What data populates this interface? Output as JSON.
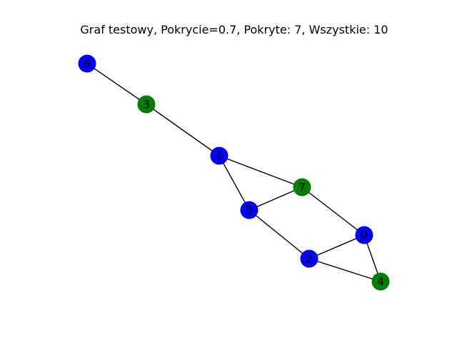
{
  "title": "Graf testowy, Pokrycie=0.7, Pokryte: 7, Wszystkie: 10",
  "colors": {
    "uncovered_node": "#0000ff",
    "covered_node": "#008000",
    "edge": "#000000"
  },
  "graph": {
    "nodes": [
      {
        "id": "0",
        "color": "blue"
      },
      {
        "id": "1",
        "color": "blue"
      },
      {
        "id": "2",
        "color": "blue"
      },
      {
        "id": "3",
        "color": "green"
      },
      {
        "id": "4",
        "color": "green"
      },
      {
        "id": "5",
        "color": "blue"
      },
      {
        "id": "6",
        "color": "blue"
      },
      {
        "id": "7",
        "color": "green"
      }
    ],
    "edges": [
      [
        "6",
        "3"
      ],
      [
        "3",
        "1"
      ],
      [
        "1",
        "7"
      ],
      [
        "1",
        "5"
      ],
      [
        "5",
        "7"
      ],
      [
        "7",
        "0"
      ],
      [
        "5",
        "2"
      ],
      [
        "2",
        "0"
      ],
      [
        "2",
        "4"
      ],
      [
        "0",
        "4"
      ]
    ]
  }
}
